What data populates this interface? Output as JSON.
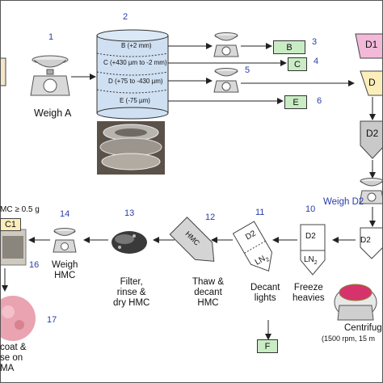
{
  "colors": {
    "cylinder_fill": "#cfe0f2",
    "box_green": "#c9ecc4",
    "box_pink": "#f3b9d8",
    "box_yellow": "#fbeebb",
    "funnel_gray": "#c9c9c9",
    "number_blue": "#2a3ca8"
  },
  "icons": [
    "balance-scale-icon",
    "sieve-stack-icon",
    "centrifuge-icon",
    "tube-icon"
  ],
  "steps": {
    "s1": {
      "num": "1",
      "label": "Weigh A"
    },
    "s2": {
      "num": "2"
    },
    "s3": {
      "num": "3"
    },
    "s4": {
      "num": "4"
    },
    "s5": {
      "num": "5"
    },
    "s6": {
      "num": "6"
    },
    "s10": {
      "num": "10",
      "label_line1": "Freeze",
      "label_line2": "heavies"
    },
    "s11": {
      "num": "11",
      "label_line1": "Decant",
      "label_line2": "lights"
    },
    "s12": {
      "num": "12",
      "label_line1": "Thaw &",
      "label_line2": "decant",
      "label_line3": "HMC"
    },
    "s13": {
      "num": "13",
      "label_line1": "Filter,",
      "label_line2": "rinse &",
      "label_line3": "dry HMC"
    },
    "s14": {
      "num": "14",
      "label_line1": "Weigh",
      "label_line2": "HMC"
    },
    "s16": {
      "num": "16"
    },
    "s17": {
      "num": "17",
      "label_line1": "coat &",
      "label_line2": "se on",
      "label_line3": "MA"
    }
  },
  "sieve_fractions": [
    "B (+2 mm)",
    "C (+430 µm to -2 mm)",
    "D (+75 to -430 µm)",
    "E (-75 µm)"
  ],
  "boxes": {
    "B": "B",
    "C": "C",
    "E": "E",
    "F": "F",
    "D1": "D1",
    "D": "D",
    "D2": "D2",
    "HMC1": "C1"
  },
  "labels": {
    "weigh_d2": "Weigh D2",
    "hmc_threshold": "MC ≥ 0.5 g",
    "centrifuge": "Centrifug",
    "centrifuge_params": "(1500 rpm, 15 m",
    "tube_d2": "D2",
    "tube_ln2": "LN",
    "tube_ln2_sub": "2",
    "tube_hmc": "HMC"
  }
}
